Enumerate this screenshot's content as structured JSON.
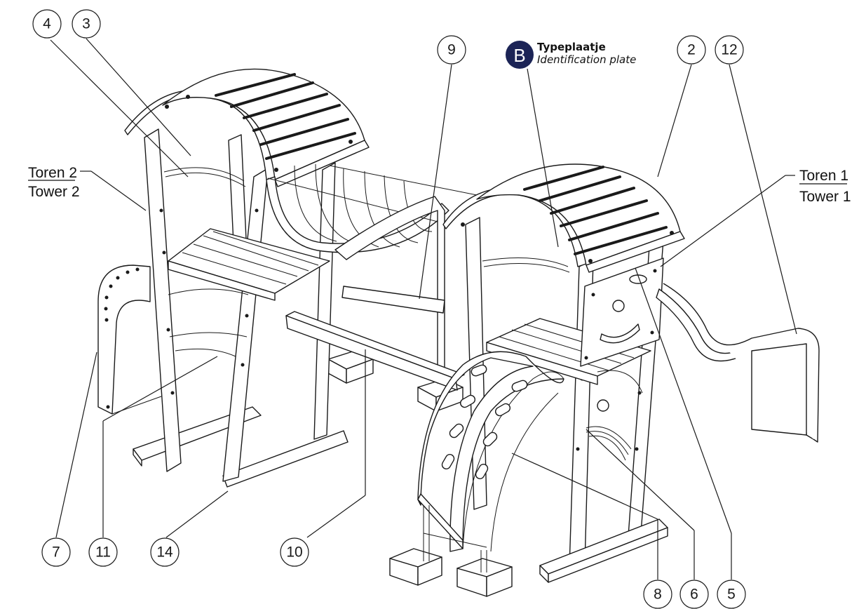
{
  "callouts": [
    {
      "id": "c4",
      "label": "4"
    },
    {
      "id": "c3",
      "label": "3"
    },
    {
      "id": "c9",
      "label": "9"
    },
    {
      "id": "c2",
      "label": "2"
    },
    {
      "id": "c12",
      "label": "12"
    },
    {
      "id": "c7",
      "label": "7"
    },
    {
      "id": "c11",
      "label": "11"
    },
    {
      "id": "c14",
      "label": "14"
    },
    {
      "id": "c10",
      "label": "10"
    },
    {
      "id": "c8",
      "label": "8"
    },
    {
      "id": "c6",
      "label": "6"
    },
    {
      "id": "c5",
      "label": "5"
    }
  ],
  "tower2": {
    "nl": "Toren 2",
    "en": "Tower 2"
  },
  "tower1": {
    "nl": "Toren 1",
    "en": "Tower 1"
  },
  "id_plate": {
    "badge": "B",
    "title": "Typeplaatje",
    "subtitle": "Identification plate",
    "badge_color": "#1c2456"
  }
}
